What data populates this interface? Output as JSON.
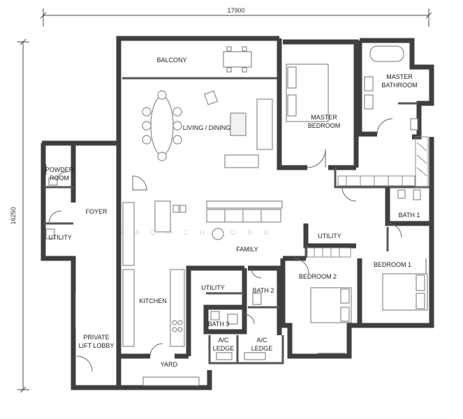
{
  "dimensions": {
    "width_label": "17900",
    "height_label": "16250"
  },
  "rooms": {
    "balcony": "BALCONY",
    "living_dining": "LIVING / DINING",
    "master_bedroom_line1": "MASTER",
    "master_bedroom_line2": "BEDROOM",
    "master_bathroom_line1": "MASTER",
    "master_bathroom_line2": "BATHROOM",
    "powder_room_line1": "POWDER",
    "powder_room_line2": "ROOM",
    "foyer": "FOYER",
    "utility_left": "UTILITY",
    "family": "FAMILY",
    "utility_mid": "UTILITY",
    "bath1": "BATH 1",
    "bedroom1": "BEDROOM 1",
    "bedroom2": "BEDROOM 2",
    "kitchen": "KITCHEN",
    "utility_small": "UTILITY",
    "bath2": "BATH 2",
    "bath3": "BATH 3",
    "ac_ledge_1_line1": "A/C",
    "ac_ledge_1_line2": "LEDGE",
    "ac_ledge_2_line1": "A/C",
    "ac_ledge_2_line2": "LEDGE",
    "lift_lobby_line1": "PRIVATE",
    "lift_lobby_line2": "LIFT LOBBY",
    "yard": "YARD"
  },
  "watermark": "RACHCHLONG"
}
